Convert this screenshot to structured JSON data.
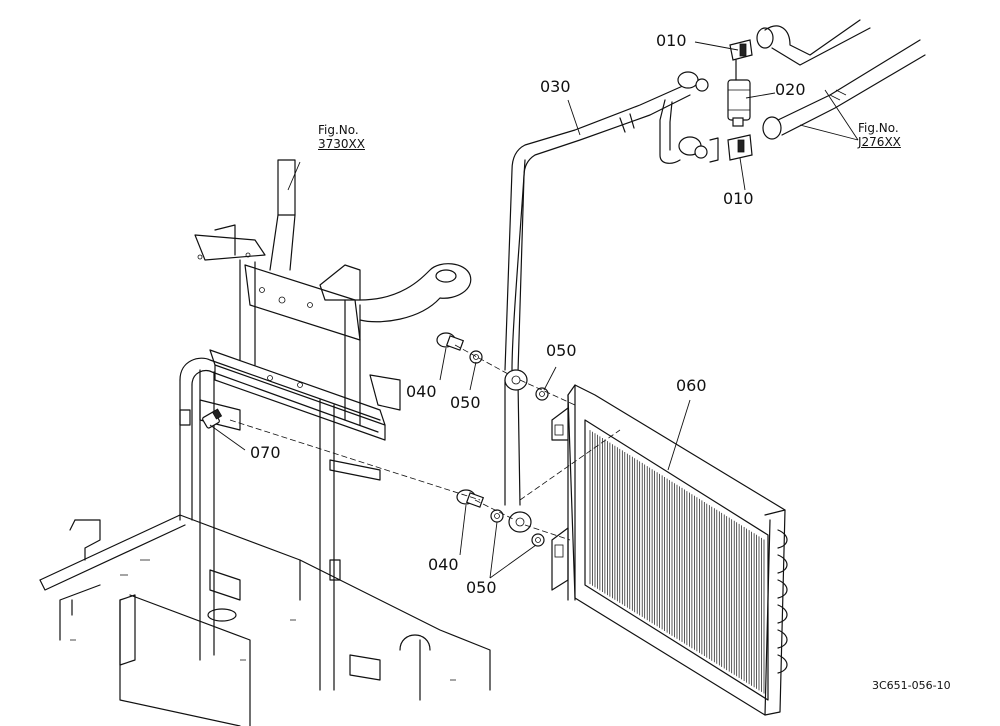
{
  "callouts": {
    "c010_top": "010",
    "c010_bottom": "010",
    "c020": "020",
    "c030": "030",
    "c040_top": "040",
    "c040_bottom": "040",
    "c050_top_right": "050",
    "c050_top_left": "050",
    "c050_bottom": "050",
    "c060": "060",
    "c070": "070"
  },
  "figure_refs": {
    "left": {
      "prefix": "Fig.No.",
      "number": "3730XX"
    },
    "right": {
      "prefix": "Fig.No.",
      "number": "J276XX"
    }
  },
  "drawing_code": "3C651-056-10"
}
